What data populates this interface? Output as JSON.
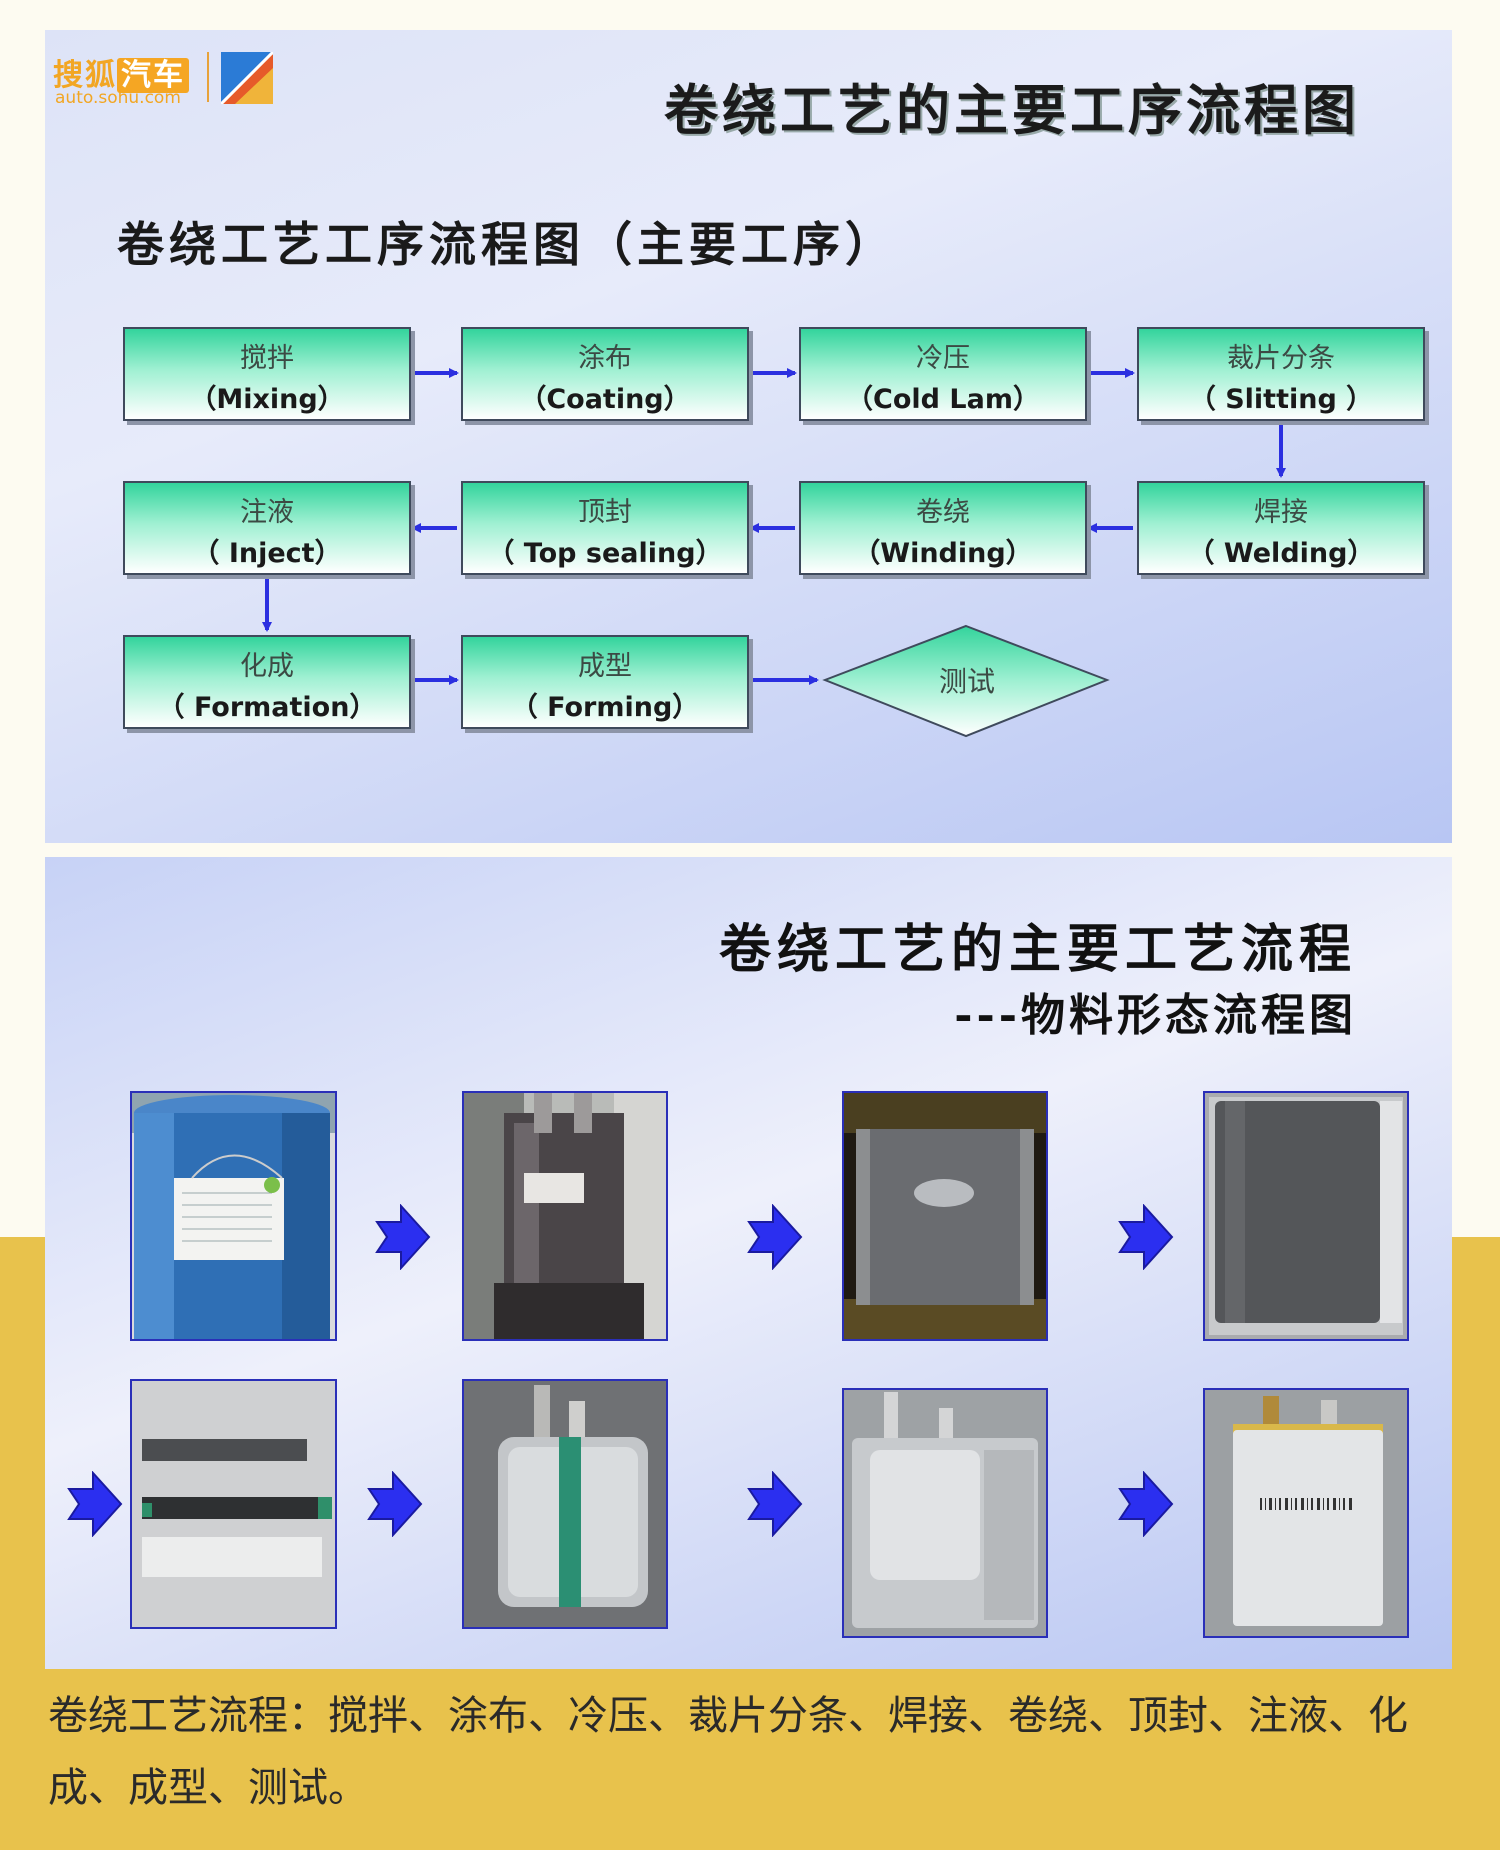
{
  "logo": {
    "brand": "搜狐",
    "car": "汽车",
    "url": "auto.sohu.com"
  },
  "slide1": {
    "title": "卷绕工艺的主要工序流程图",
    "subtitle": "卷绕工艺工序流程图（主要工序）",
    "steps": [
      {
        "zh": "搅拌",
        "en": "（Mixing）"
      },
      {
        "zh": "涂布",
        "en": "（Coating）"
      },
      {
        "zh": "冷压",
        "en": "（Cold Lam）"
      },
      {
        "zh": "裁片分条",
        "en": "（ Slitting ）"
      },
      {
        "zh": "焊接",
        "en": "（ Welding）"
      },
      {
        "zh": "卷绕",
        "en": "（Winding）"
      },
      {
        "zh": "顶封",
        "en": "（ Top sealing）"
      },
      {
        "zh": "注液",
        "en": "（ Inject）"
      },
      {
        "zh": "化成",
        "en": "（ Formation）"
      },
      {
        "zh": "成型",
        "en": "（ Forming）"
      }
    ],
    "final_step": "测试"
  },
  "slide2": {
    "title": "卷绕工艺的主要工艺流程",
    "subtitle": "---物料形态流程图"
  },
  "caption": "卷绕工艺流程：搅拌、涂布、冷压、裁片分条、焊接、卷绕、顶封、注液、化成、成型、测试。",
  "colors": {
    "background": "#fdfbf1",
    "band": "#e8c24c",
    "step_green": "#33d49c",
    "arrow_blue": "#2b2fe0"
  }
}
